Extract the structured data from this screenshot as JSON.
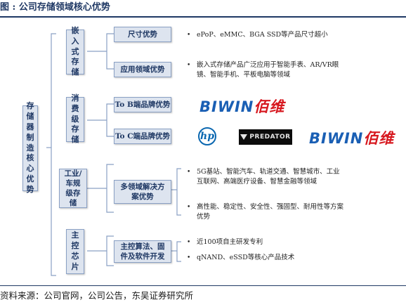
{
  "title": "图 :  公司存储领域核心优势",
  "root_label": "存储器制造核心优势",
  "branches": [
    {
      "label": "嵌入式存储",
      "items": [
        {
          "label": "尺寸优势",
          "details": [
            "ePoP、eMMC、BGA SSD等产品尺寸超小"
          ]
        },
        {
          "label": "应用领域优势",
          "details": [
            "嵌入式存储产品广泛应用于智能手表、AR/VR眼镜、智能手机、平板电脑等领域"
          ]
        }
      ]
    },
    {
      "label": "消费级存储",
      "items": [
        {
          "label": "To B端品牌优势",
          "logos": [
            "BIWIN佰维"
          ]
        },
        {
          "label": "To C端品牌优势",
          "logos": [
            "hp",
            "PREDATOR",
            "BIWIN佰维"
          ]
        }
      ]
    },
    {
      "label": "工业/车规级存储",
      "items": [
        {
          "label": "多领域解决方案优势",
          "details": [
            "5G基站、智能汽车、轨道交通、智慧城市、工业互联网、高端医疗设备、智慧金融等领域",
            "高性能、稳定性、安全性、强固型、耐用性等方案优势"
          ]
        }
      ]
    },
    {
      "label": "主控芯片",
      "items": [
        {
          "label": "主控算法、固件及软件开发",
          "details": [
            "近100项自主研发专利",
            "qNAND、eSSD等核心产品技术"
          ]
        }
      ]
    }
  ],
  "bullet_char": "•",
  "source": "资料来源：公司官网，公司公告，东吴证券研究所",
  "colors": {
    "title": "#1f3864",
    "box_fill": "#dde4ef",
    "box_border": "#8aa0c4",
    "biwin_blue": "#1a5fb4",
    "biwin_red": "#d71920"
  }
}
